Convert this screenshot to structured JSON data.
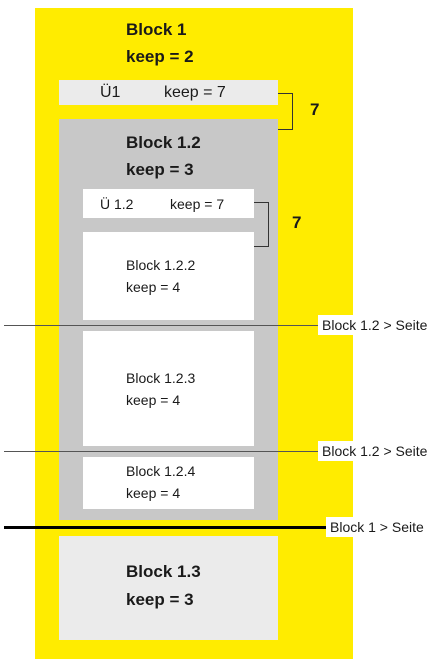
{
  "block1": {
    "title": "Block 1",
    "keep": "keep = 2"
  },
  "u1": {
    "title": "Ü1",
    "keep": "keep = 7"
  },
  "bracket_u1_value": "7",
  "block12": {
    "title": "Block 1.2",
    "keep": "keep = 3"
  },
  "u12": {
    "title": "Ü 1.2",
    "keep": "keep = 7"
  },
  "bracket_u12_value": "7",
  "block122": {
    "title": "Block 1.2.2",
    "keep": "keep = 4"
  },
  "block123": {
    "title": "Block 1.2.3",
    "keep": "keep = 4"
  },
  "block124": {
    "title": "Block 1.2.4",
    "keep": "keep = 4"
  },
  "block13": {
    "title": "Block 1.3",
    "keep": "keep = 3"
  },
  "page_breaks": [
    {
      "label": "Block 1.2 > Seite"
    },
    {
      "label": "Block 1.2 > Seite"
    },
    {
      "label": "Block 1 > Seite"
    }
  ],
  "colors": {
    "block1": "#ffec00",
    "block12": "#c8c8c8",
    "heading": "#ebebeb",
    "inner": "#ffffff"
  }
}
